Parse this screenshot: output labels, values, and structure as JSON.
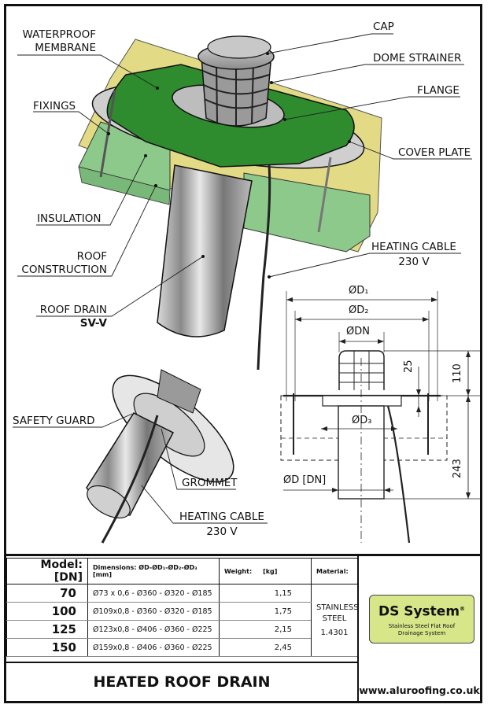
{
  "labels": {
    "waterproof_membrane_1": "WATERPROOF",
    "waterproof_membrane_2": "MEMBRANE",
    "fixings": "FIXINGS",
    "insulation": "INSULATION",
    "roof_construction_1": "ROOF",
    "roof_construction_2": "CONSTRUCTION",
    "roof_drain": "ROOF DRAIN",
    "roof_drain_model": "SV-V",
    "cap": "CAP",
    "dome_strainer": "DOME STRAINER",
    "flange": "FLANGE",
    "cover_plate": "COVER PLATE",
    "heating_cable_top_1": "HEATING CABLE",
    "heating_cable_top_2": "230 V",
    "safety_guard": "SAFETY GUARD",
    "grommet": "GROMMET",
    "heating_cable_bottom_1": "HEATING CABLE",
    "heating_cable_bottom_2": "230 V"
  },
  "dimensions": {
    "d1": "ØD₁",
    "d2": "ØD₂",
    "dn": "ØDN",
    "d3": "ØD₃",
    "d_dn": "ØD [DN]",
    "h25": "25",
    "h110": "110",
    "h243": "243"
  },
  "table": {
    "headers": {
      "model": "Model: [DN]",
      "dimensions": "Dimensions: ØD-ØD₁-ØD₂-ØD₃ [mm]",
      "weight": "Weight:     [kg]",
      "material": "Material:"
    },
    "rows": [
      {
        "model": "70",
        "dimensions": "Ø73 x 0,6 - Ø360 - Ø320 - Ø185",
        "weight": "1,15"
      },
      {
        "model": "100",
        "dimensions": "Ø109x0,8 - Ø360 - Ø320 - Ø185",
        "weight": "1,75"
      },
      {
        "model": "125",
        "dimensions": "Ø123x0,8 - Ø406 - Ø360 - Ø225",
        "weight": "2,15"
      },
      {
        "model": "150",
        "dimensions": "Ø159x0,8 - Ø406 - Ø360 - Ø225",
        "weight": "2,45"
      }
    ],
    "material_1": "STAINLESS",
    "material_2": "STEEL",
    "material_3": "1.4301"
  },
  "title": "HEATED ROOF DRAIN",
  "logo": {
    "name": "DS System",
    "registered": "®",
    "tagline_1": "Stainless Steel Flat Roof",
    "tagline_2": "Drainage System"
  },
  "website": "www.aluroofing.co.uk",
  "colors": {
    "membrane": "#2e8b2e",
    "insulation": "#8cc98a",
    "roof_yellow": "#e3da86",
    "logo_bg": "#d8e68a"
  }
}
